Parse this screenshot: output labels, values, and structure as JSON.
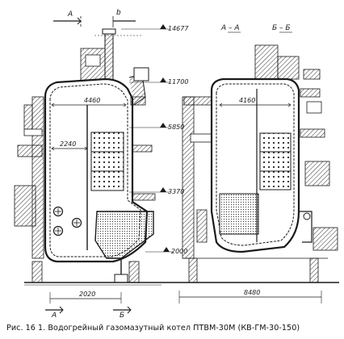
{
  "figure": {
    "caption": "Рис. 16 1. Водогрейный газомазутный котел ПТВМ-30М (КВ-ГМ-30-150)",
    "section_labels": [
      "А",
      "b",
      "А – А",
      "Б – Б",
      "А",
      "Б"
    ],
    "elevations": [
      "14677",
      "11700",
      "5850",
      "3370",
      "2000"
    ],
    "dimensions": [
      "4460",
      "2240",
      "4160",
      "2020",
      "8480"
    ]
  }
}
